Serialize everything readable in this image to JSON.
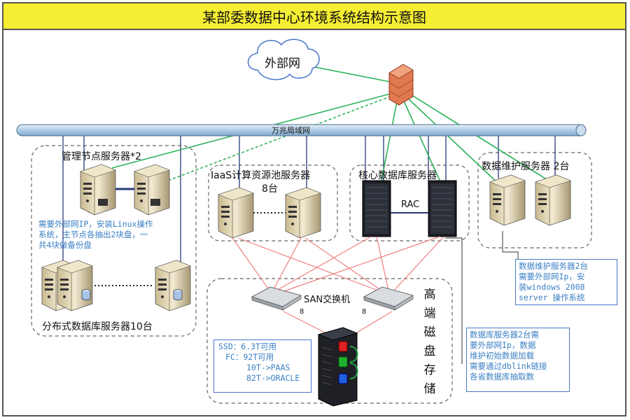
{
  "title": "某部委数据中心环境系统结构示意图",
  "cloud_label": "外部网",
  "wan_label": "万兆局域网",
  "groups": {
    "management": "管理节点服务器*2",
    "iaas_line1": "IaaS计算资源池服务器",
    "iaas_line2": "8台",
    "core_db": "核心数据库服务器",
    "rac": "RAC",
    "maintenance": "数据维护服务器 2台",
    "distributed": "分布式数据库服务器10台",
    "san_switch": "SAN交换机",
    "storage_vertical": [
      "高",
      "端",
      "磁",
      "盘",
      "存",
      "储"
    ]
  },
  "link_labels": {
    "eight": "8"
  },
  "notes": {
    "management_note": [
      "需要外部网IP，安装Linux操作",
      "系统，主节点各抽出2块盘，一",
      "共4块做备份盘"
    ],
    "maintenance_note": [
      "数据维护服务器2台",
      "需要外部网Ip，安",
      "装windows 2008",
      "server 操作系统"
    ],
    "db_note": [
      "数据库服务器2台需",
      "要外部网Ip，数据",
      "维护初始数据加载",
      "需要通过dblink链接",
      "各省数据库抽取数"
    ],
    "storage_note": [
      "SSD：6.3T可用",
      "FC：92T可用",
      "10T->PAAS",
      "82T->ORACLE"
    ]
  },
  "colors": {
    "title_bg": "#f5ee33",
    "green_link": "#2db35a",
    "red_link": "#f08080",
    "dark_link": "#2a3a7a",
    "blue_text": "#3a7fc4",
    "bus_fill": "#b9d3ea"
  },
  "icons": [
    "cloud-icon",
    "firewall-icon",
    "server-tower-icon",
    "rack-server-icon",
    "san-switch-icon",
    "storage-array-icon",
    "disk-icon"
  ]
}
